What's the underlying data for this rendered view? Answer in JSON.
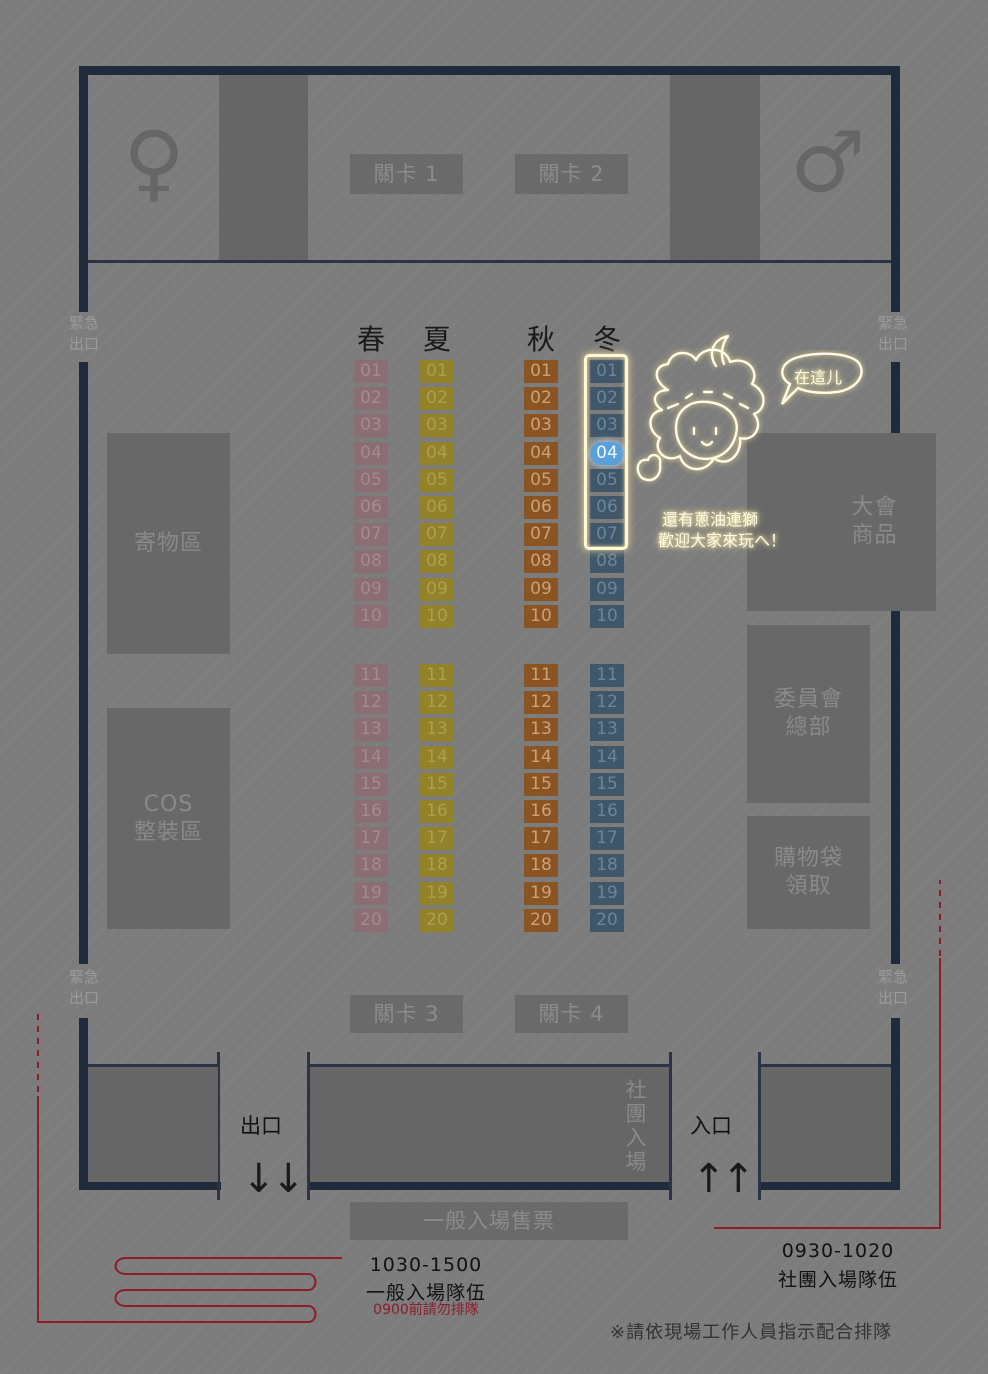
{
  "map": {
    "gates": {
      "g1": "關卡 1",
      "g2": "關卡 2",
      "g3": "關卡 3",
      "g4": "關卡 4"
    },
    "restroom_female": "♀",
    "restroom_male": "♂",
    "emergency_exit": "緊急\n出口",
    "areas": {
      "storage": "寄物區",
      "cos": "COS\n整裝區",
      "goods": "大會\n商品",
      "committee": "委員會\n總部",
      "bags": "購物袋\n領取",
      "ticket": "一般入場售票",
      "club_entry": "社\n團\n入\n場"
    },
    "seasons": [
      "春",
      "夏",
      "秋",
      "冬"
    ],
    "booths_top": [
      "01",
      "02",
      "03",
      "04",
      "05",
      "06",
      "07",
      "08",
      "09",
      "10"
    ],
    "booths_bottom": [
      "11",
      "12",
      "13",
      "14",
      "15",
      "16",
      "17",
      "18",
      "19",
      "20"
    ],
    "highlight_booth": "04",
    "doors": {
      "exit": "出口",
      "entrance": "入口",
      "exit_arrows": "↓↓",
      "entrance_arrows": "↑↑"
    },
    "queues": {
      "general_time": "1030-1500",
      "general_label": "一般入場隊伍",
      "general_note": "0900前請勿排隊",
      "club_time": "0930-1020",
      "club_label": "社團入場隊伍"
    },
    "callout": {
      "bubble": "在這儿",
      "line1": "還有蔥油連獅",
      "line2": "歡迎大家來玩へ！"
    },
    "footer_note": "※請依現場工作人員指示配合排隊",
    "colors": {
      "spring": "#8a6e74",
      "summer": "#92832b",
      "autumn": "#8a5522",
      "winter": "#40576a",
      "queue_line": "#8b1d2b",
      "wall": "#1f2a3a"
    }
  }
}
